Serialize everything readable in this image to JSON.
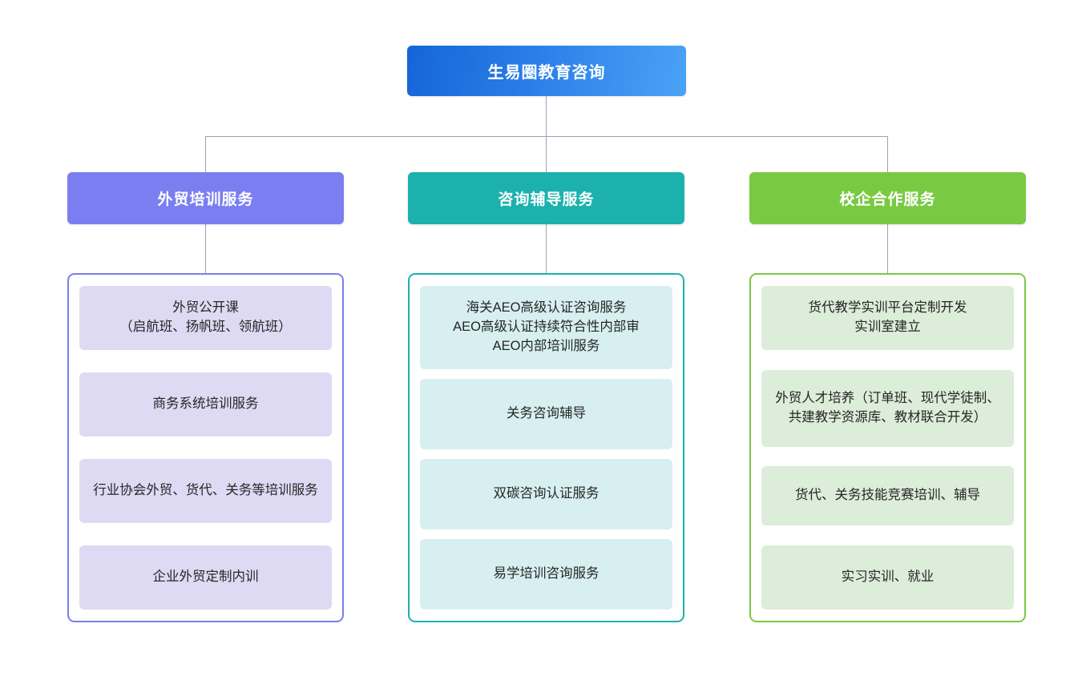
{
  "diagram": {
    "type": "organizational-hierarchy",
    "root": {
      "label": "生易圈教育咨询",
      "color": "#2b7ee8"
    },
    "columns": [
      {
        "header": "外贸培训服务",
        "header_color": "#7b7ef0",
        "item_color": "#dedaf4",
        "items": [
          "外贸公开课\n（启航班、扬帆班、领航班）",
          "商务系统培训服务",
          "行业协会外贸、货代、关务等培训服务",
          "企业外贸定制内训"
        ]
      },
      {
        "header": "咨询辅导服务",
        "header_color": "#1cb1ad",
        "item_color": "#d7eff0",
        "items": [
          "海关AEO高级认证咨询服务\nAEO高级认证持续符合性内部审\nAEO内部培训服务",
          "关务咨询辅导",
          "双碳咨询认证服务",
          "易学培训咨询服务"
        ]
      },
      {
        "header": "校企合作服务",
        "header_color": "#7ac943",
        "item_color": "#dcedd9",
        "items": [
          "货代教学实训平台定制开发\n实训室建立",
          "外贸人才培养（订单班、现代学徒制、共建教学资源库、教材联合开发）",
          "货代、关务技能竞赛培训、辅导",
          "实习实训、就业"
        ]
      }
    ],
    "connector_color": "#9aa5b1"
  }
}
